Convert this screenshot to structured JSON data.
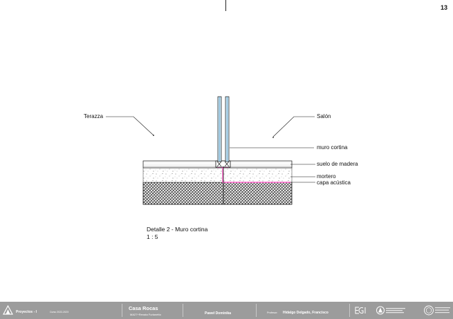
{
  "page": {
    "number": "13"
  },
  "labels": {
    "terrace": "Terazza",
    "room": "Salón",
    "curtain_wall": "muro cortina",
    "wood_floor": "suelo de madera",
    "mortar": "mortero",
    "acoustic_layer": "capa acústica"
  },
  "caption": {
    "title": "Detalle 2 - Muro cortina",
    "scale": "1 : 5"
  },
  "footer": {
    "course": "Proyectos - I",
    "year": "Curso 2022-2023",
    "project_title": "Casa Rocas",
    "project_sub": "MA27+Renata Furlanetto",
    "student": "Paweł Dominika",
    "professor_label": "Profesor:",
    "professor": "Hidalgo Delgado, Francisco"
  },
  "colors": {
    "acoustic_layer": "#ff66cc",
    "footer_bg": "#9c9c9c",
    "glass": "#c8e6f5"
  },
  "icons": [
    "studio-logo-icon",
    "egi-logo-icon",
    "school-logo-icon",
    "university-seal-icon"
  ]
}
